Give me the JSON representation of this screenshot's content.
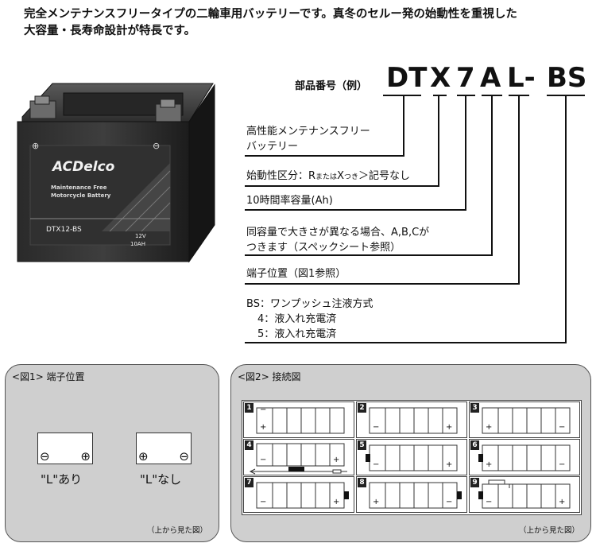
{
  "intro": {
    "line1": "完全メンテナンスフリータイプの二輪車用バッテリーです。真冬のセルー発の始動性を重視した",
    "line2": "大容量・長寿命設計が特長です。"
  },
  "battery": {
    "brand": "ACDelco",
    "subtitle1": "Maintenance Free",
    "subtitle2": "Motorcycle Battery",
    "model": "DTX12-BS",
    "voltage": "12V",
    "capacity": "10AH",
    "plus": "⊕",
    "minus": "⊖"
  },
  "part_number": {
    "label": "部品番号（例）",
    "chars": [
      "DT",
      "X",
      "7",
      "A",
      "L-",
      "BS"
    ]
  },
  "legend": {
    "item1_line1": "高性能メンテナンスフリー",
    "item1_line2": "バッテリー",
    "item2_a": "始動性区分：R",
    "item2_small1": "または",
    "item2_b": "X",
    "item2_small2": "つき",
    "item2_c": "＞記号なし",
    "item3": "10時間率容量(Ah)",
    "item4_line1": "同容量で大きさが異なる場合、A,B,Cが",
    "item4_line2": "つきます（スペックシート参照）",
    "item5": "端子位置（図1参照）",
    "item6_line1": "BS：ワンプッシュ注液方式",
    "item6_line2": "4：液入れ充電済",
    "item6_line3": "5：液入れ充電済"
  },
  "fig1": {
    "title": "<図1> 端子位置",
    "left_caption": "\"L\"あり",
    "right_caption": "\"L\"なし",
    "minus": "⊖",
    "plus": "⊕",
    "note": "（上から見た図）"
  },
  "fig2": {
    "title": "<図2> 接続図",
    "note": "（上から見た図）",
    "cells": [
      "1",
      "2",
      "3",
      "4",
      "5",
      "6",
      "7",
      "8",
      "9"
    ],
    "plus": "+",
    "minus": "−"
  }
}
